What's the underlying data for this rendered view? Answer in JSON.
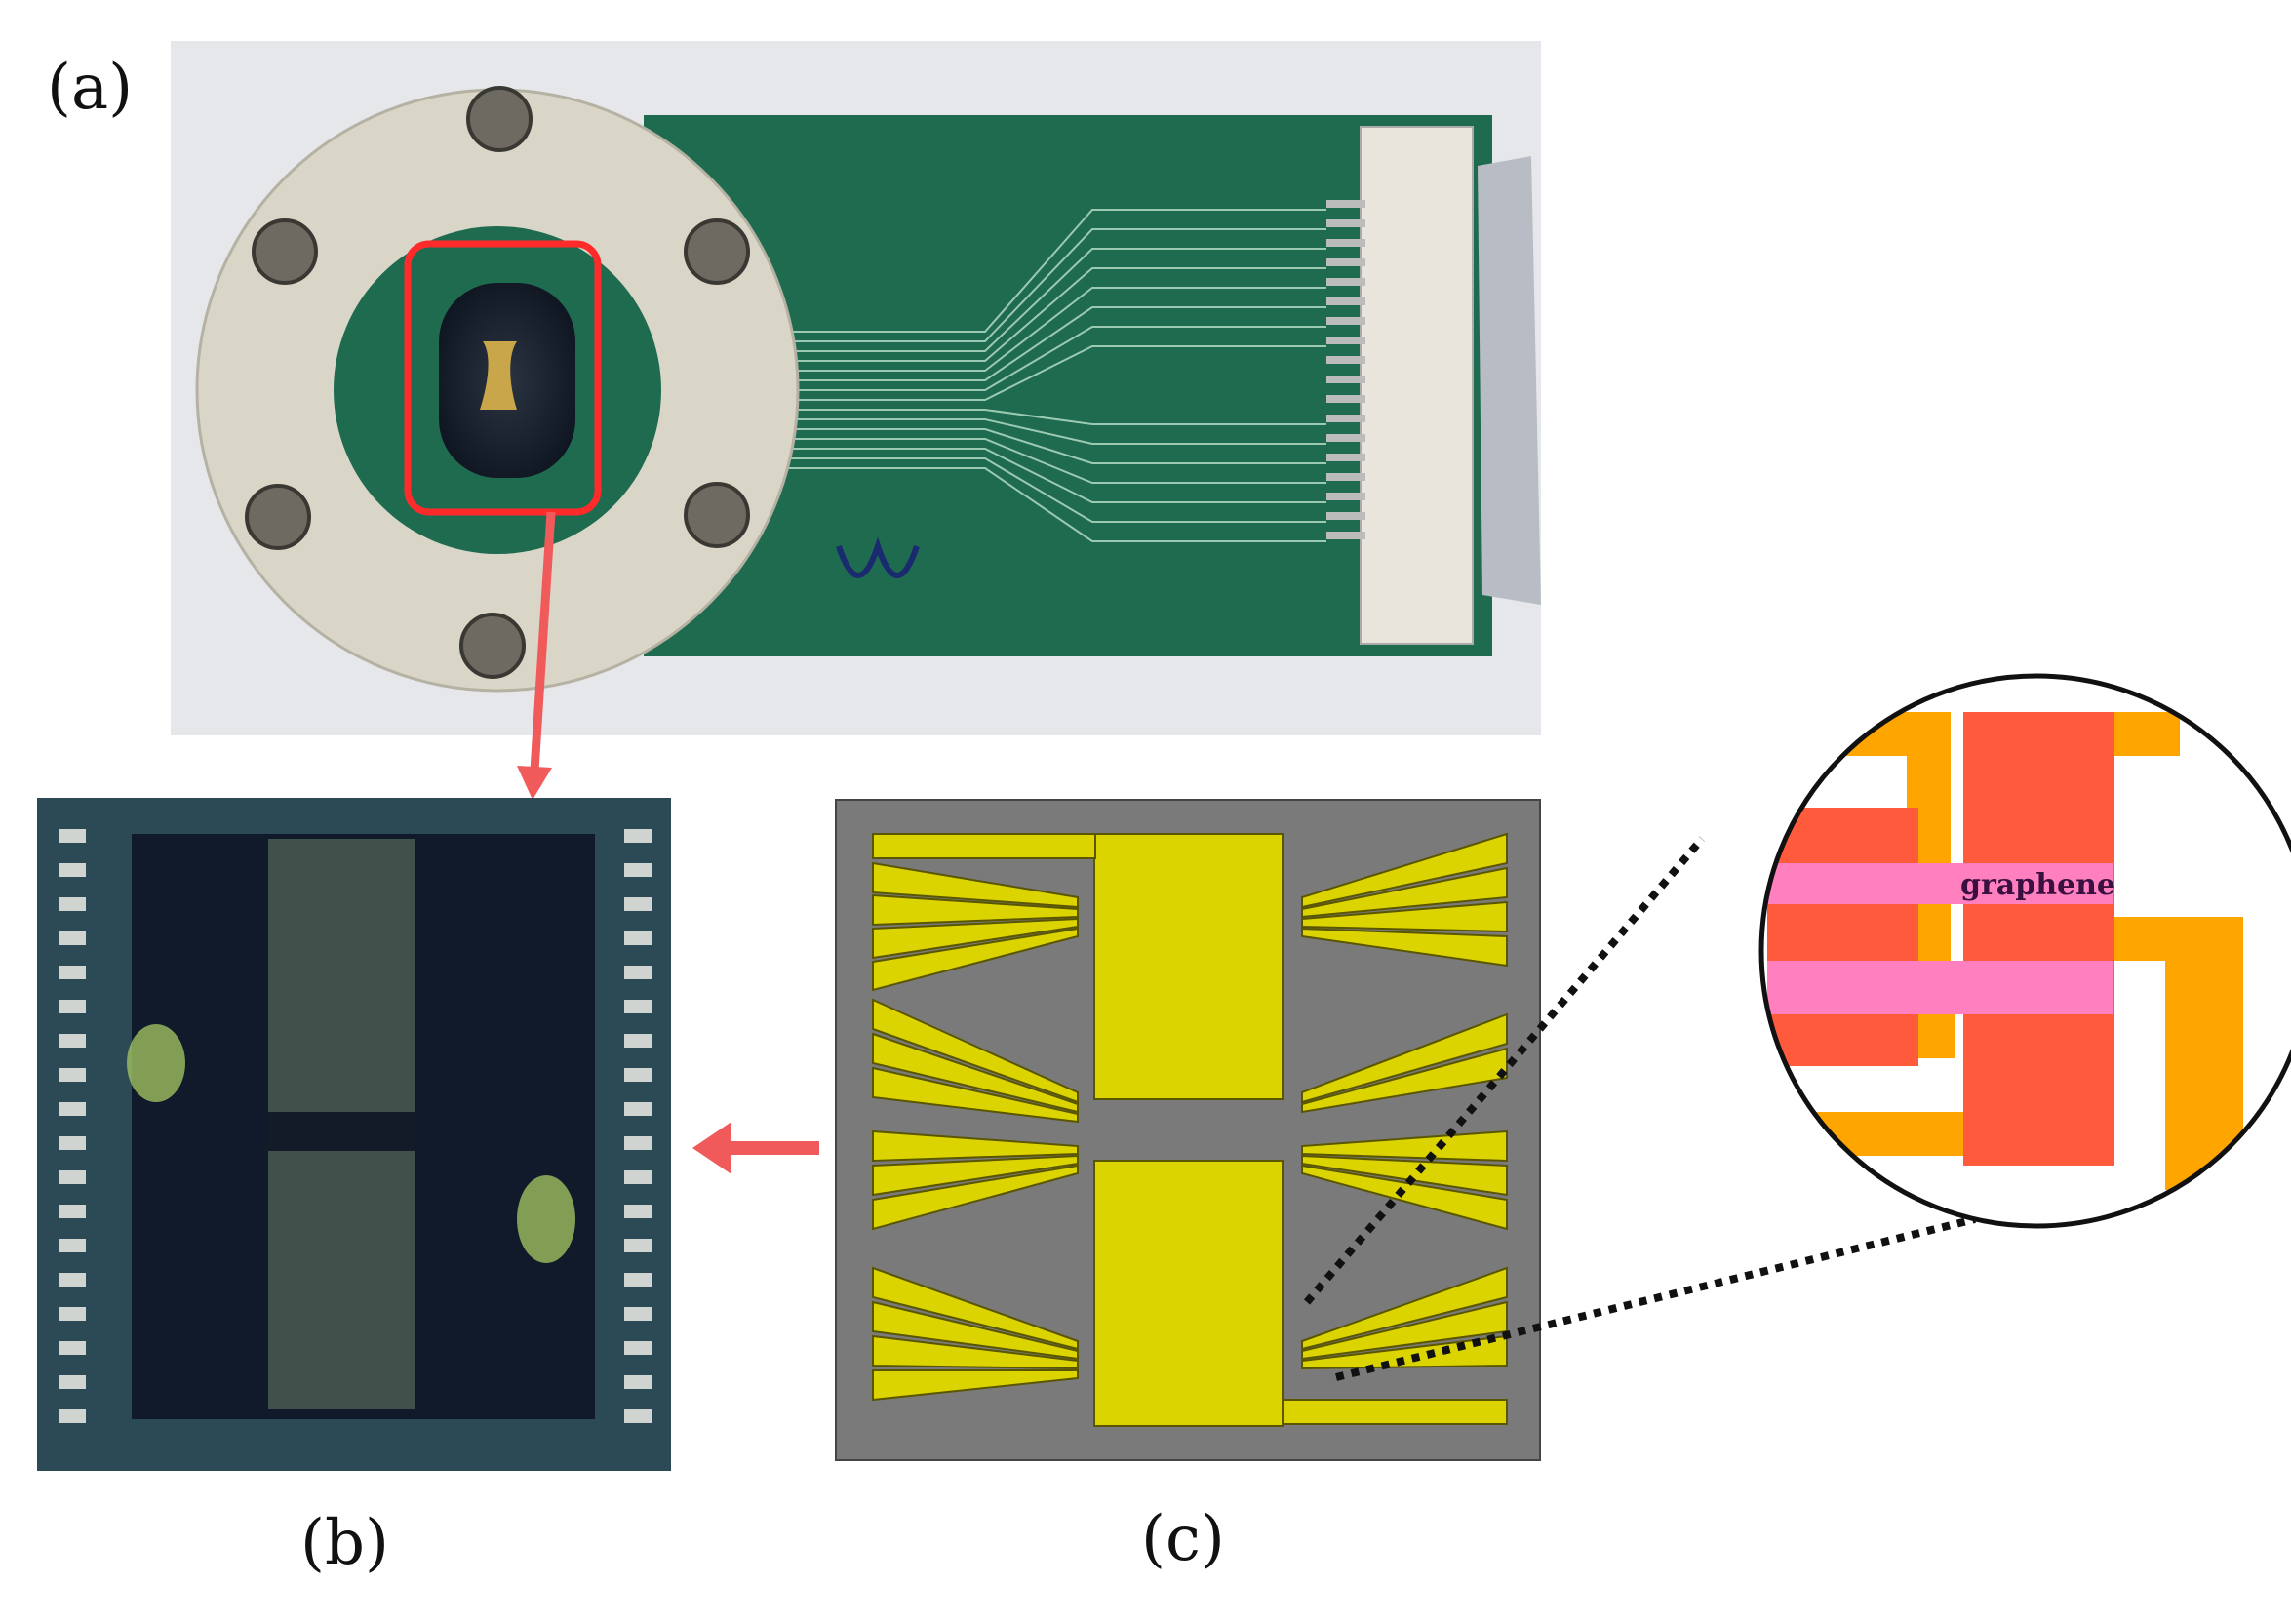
{
  "labels": {
    "a": "(a)",
    "b": "(b)",
    "c": "(c)"
  },
  "callout": {
    "text": "graphene"
  },
  "colors": {
    "pcb_green": "#1f6b4f",
    "flange_beige": "#d9d6c8",
    "highlight_red": "#ff2b2b",
    "arrow_red": "#f05a5a",
    "pad_yellow": "#dcd400",
    "substrate_gray": "#7a7a7a",
    "trace_orange": "#ffa500",
    "graphene_red": "#ff5a3c",
    "graphene_pink": "#ff7fbf"
  }
}
